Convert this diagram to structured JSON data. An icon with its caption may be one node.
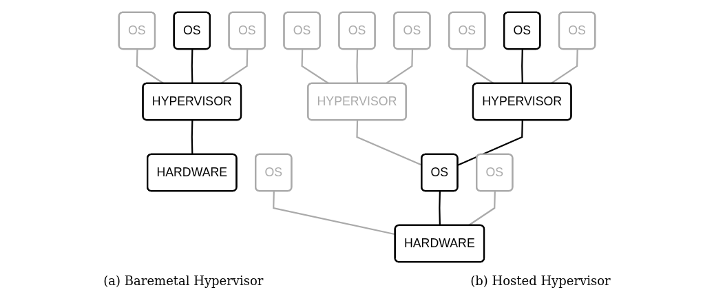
{
  "diagram": {
    "nodes": [
      {
        "text": [
          "OS"
        ]
      },
      {
        "text": [
          "OS"
        ]
      },
      {
        "text": [
          "OS"
        ]
      },
      {
        "text": [
          "HYPERVISOR"
        ]
      },
      {
        "text": [
          "HARDWARE"
        ]
      },
      {
        "text": [
          "OS"
        ]
      },
      {
        "text": [
          "OS"
        ]
      },
      {
        "text": [
          "OS"
        ]
      },
      {
        "text": [
          "OS"
        ]
      },
      {
        "text": [
          "OS"
        ]
      },
      {
        "text": [
          "OS"
        ]
      },
      {
        "text": [
          "HYPERVISOR"
        ]
      },
      {
        "text": [
          "HYPERVISOR"
        ]
      },
      {
        "text": [
          "OS"
        ]
      },
      {
        "text": [
          "OS"
        ]
      },
      {
        "text": [
          "OS"
        ]
      },
      {
        "text": [
          "HARDWARE"
        ]
      }
    ],
    "edges": [
      {
        "from": 0,
        "to": 3,
        "arrow": "none"
      },
      {
        "from": 1,
        "to": 3,
        "arrow": "none",
        "color": "#000000"
      },
      {
        "from": 2,
        "to": 3,
        "arrow": "none"
      },
      {
        "from": 3,
        "to": 4,
        "arrow": "none",
        "color": "#000000"
      },
      {
        "from": 5,
        "to": 11,
        "arrow": "none"
      },
      {
        "from": 6,
        "to": 11,
        "arrow": "none"
      },
      {
        "from": 7,
        "to": 11,
        "arrow": "none"
      },
      {
        "from": 8,
        "to": 12,
        "arrow": "none"
      },
      {
        "from": 9,
        "to": 12,
        "arrow": "none",
        "color": "#000000"
      },
      {
        "from": 10,
        "to": 12,
        "arrow": "none"
      },
      {
        "from": 11,
        "to": 14,
        "arrow": "none"
      },
      {
        "from": 12,
        "to": 14,
        "arrow": "none",
        "color": "#000000"
      },
      {
        "from": 13,
        "to": 16,
        "arrow": "none"
      },
      {
        "from": 14,
        "to": 16,
        "arrow": "none",
        "color": "#000000"
      },
      {
        "from": 15,
        "to": 16,
        "arrow": "none"
      }
    ],
    "labels": [
      "(a) Baremetal Hypervisor",
      "(b) Hosted Hypervisor"
    ]
  }
}
